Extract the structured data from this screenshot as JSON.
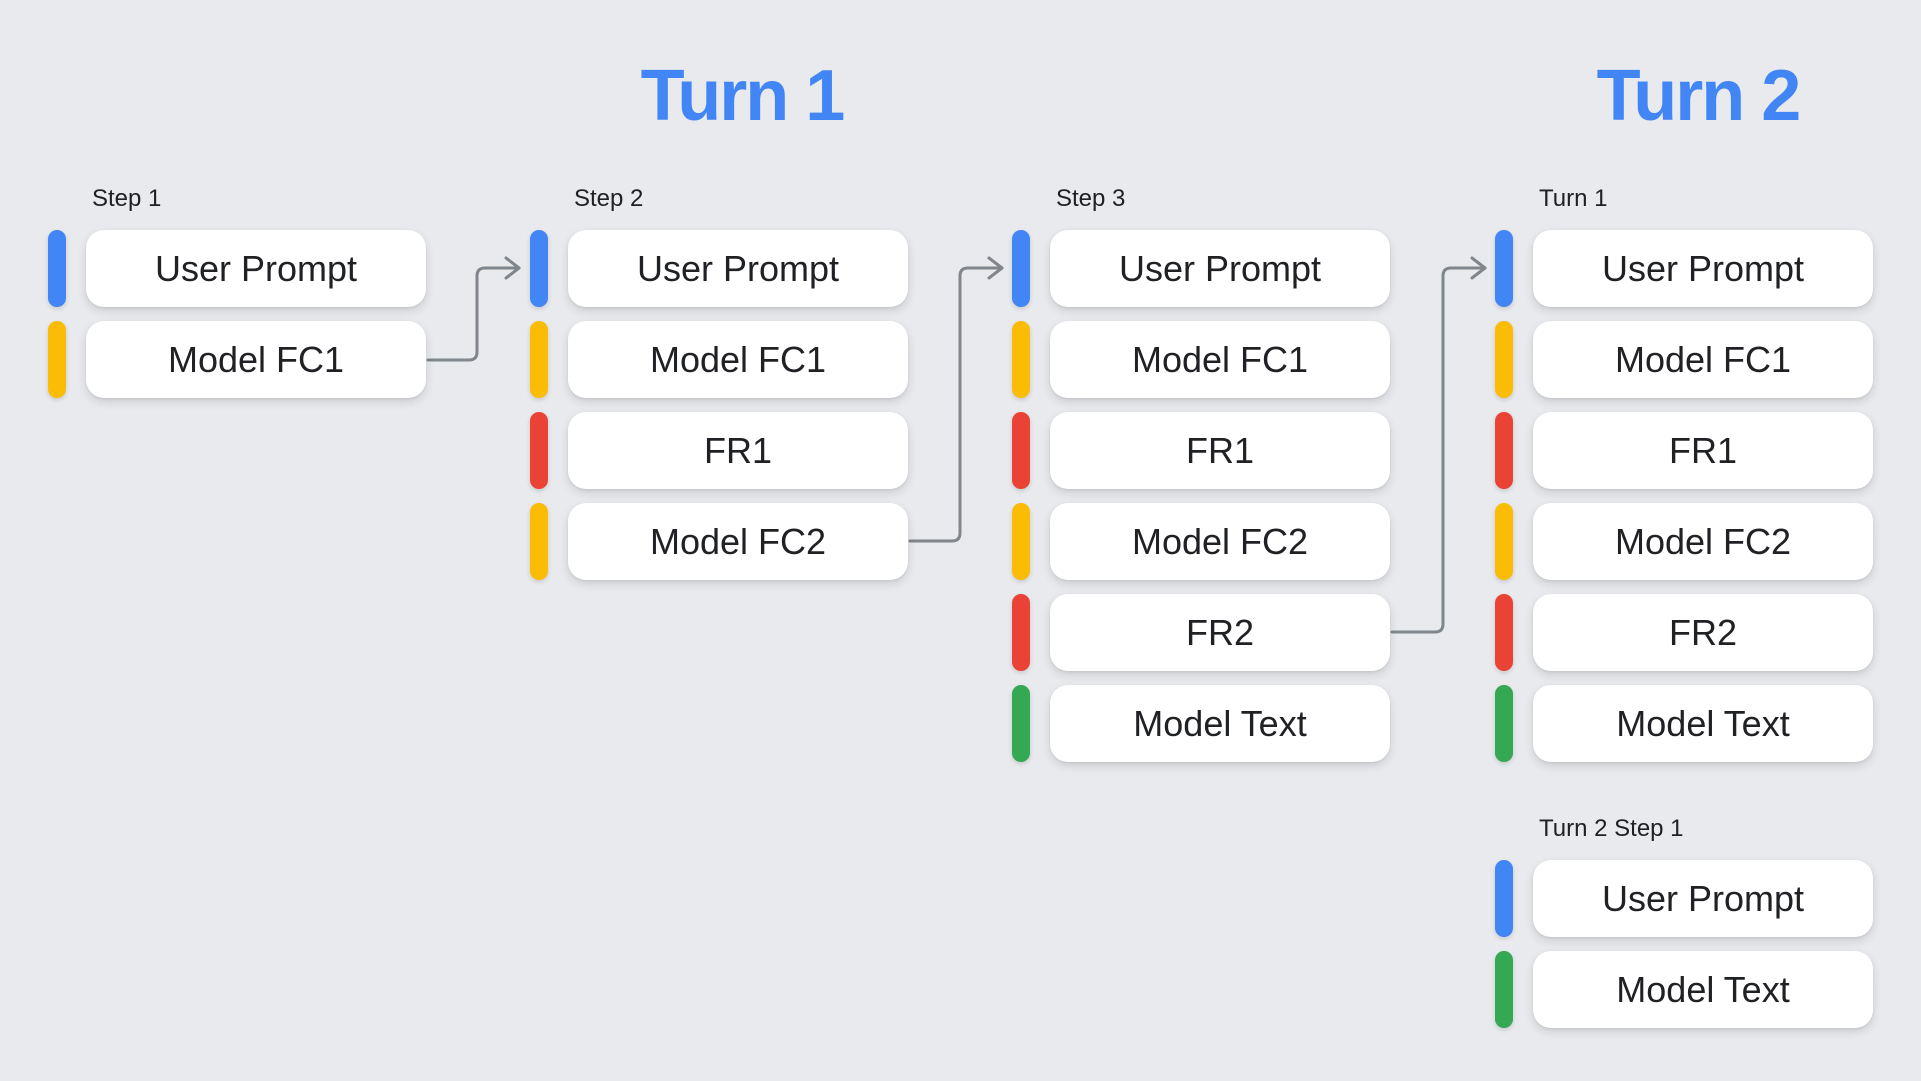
{
  "palette": {
    "blue": "#4285F4",
    "yellow": "#FBBC05",
    "red": "#EA4335",
    "green": "#34A853",
    "title_blue": "#4285F4",
    "arrow_gray": "#80868B",
    "background": "#E8EAED",
    "box_white": "#FFFFFF",
    "text_dark": "#202124"
  },
  "titles": [
    {
      "label": "Turn 1"
    },
    {
      "label": "Turn 2"
    }
  ],
  "columns": [
    {
      "label": "Step 1",
      "rows": [
        {
          "label": "User Prompt",
          "color": "blue"
        },
        {
          "label": "Model FC1",
          "color": "yellow"
        }
      ]
    },
    {
      "label": "Step 2",
      "rows": [
        {
          "label": "User Prompt",
          "color": "blue"
        },
        {
          "label": "Model FC1",
          "color": "yellow"
        },
        {
          "label": "FR1",
          "color": "red"
        },
        {
          "label": "Model FC2",
          "color": "yellow"
        }
      ]
    },
    {
      "label": "Step 3",
      "rows": [
        {
          "label": "User Prompt",
          "color": "blue"
        },
        {
          "label": "Model FC1",
          "color": "yellow"
        },
        {
          "label": "FR1",
          "color": "red"
        },
        {
          "label": "Model FC2",
          "color": "yellow"
        },
        {
          "label": "FR2",
          "color": "red"
        },
        {
          "label": "Model Text",
          "color": "green"
        }
      ]
    },
    {
      "label": "Turn 1",
      "rows": [
        {
          "label": "User Prompt",
          "color": "blue"
        },
        {
          "label": "Model FC1",
          "color": "yellow"
        },
        {
          "label": "FR1",
          "color": "red"
        },
        {
          "label": "Model FC2",
          "color": "yellow"
        },
        {
          "label": "FR2",
          "color": "red"
        },
        {
          "label": "Model Text",
          "color": "green"
        }
      ]
    },
    {
      "label": "Turn 2 Step 1",
      "rows": [
        {
          "label": "User Prompt",
          "color": "blue"
        },
        {
          "label": "Model Text",
          "color": "green"
        }
      ]
    }
  ]
}
